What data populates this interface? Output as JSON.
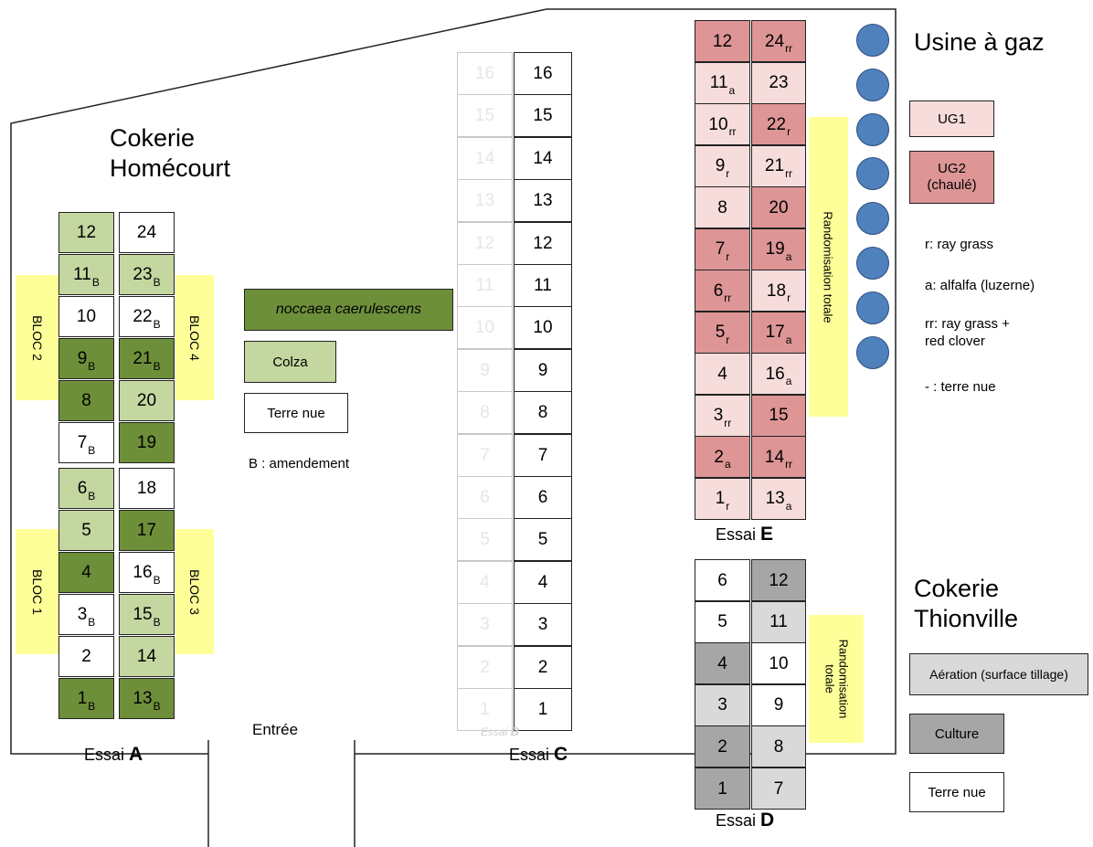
{
  "homecourt": {
    "title_line1": "Cokerie",
    "title_line2": "Homécourt"
  },
  "thionville": {
    "title_line1": "Cokerie",
    "title_line2": "Thionville"
  },
  "usine": {
    "title": "Usine à gaz"
  },
  "entree": "Entrée",
  "blocs": {
    "bloc1": "BLOC 1",
    "bloc2": "BLOC 2",
    "bloc3": "BLOC 3",
    "bloc4": "BLOC 4"
  },
  "legend_a": {
    "noccaea": "noccaea caerulescens",
    "colza": "Colza",
    "terre_nue": "Terre nue",
    "amendement": "B : amendement"
  },
  "legend_e": {
    "ug1": "UG1",
    "ug2_line1": "UG2",
    "ug2_line2": "(chaulé)",
    "r": "r: ray grass",
    "a": "a: alfalfa (luzerne)",
    "rr_line1": "rr: ray grass +",
    "rr_line2": "red clover",
    "dash": "- : terre nue"
  },
  "legend_d": {
    "aeration": "Aération (surface tillage)",
    "culture": "Culture",
    "terre_nue": "Terre nue"
  },
  "randomisation": {
    "e": "Randomisation totale",
    "d_line1": "Randomisation",
    "d_line2": "totale"
  },
  "essais": {
    "a": {
      "prefix": "Essai ",
      "letter": "A"
    },
    "b": {
      "prefix": "Essai ",
      "letter": "B"
    },
    "c": {
      "prefix": "Essai ",
      "letter": "C"
    },
    "d": {
      "prefix": "Essai ",
      "letter": "D"
    },
    "e": {
      "prefix": "Essai ",
      "letter": "E"
    }
  },
  "colors": {
    "noccaea": "#6e8f3a",
    "colza": "#c4d7a0",
    "ug1": "#f7dcdc",
    "ug2": "#dd9595",
    "aeration": "#d9d9d9",
    "culture": "#a6a6a6",
    "marker": "#4f81bd",
    "bloc": "#ffff99"
  },
  "essai_a": {
    "left": [
      {
        "n": "12",
        "s": "",
        "c": "light"
      },
      {
        "n": "11",
        "s": "B",
        "c": "light"
      },
      {
        "n": "10",
        "s": "",
        "c": "white"
      },
      {
        "n": "9",
        "s": "B",
        "c": "dark"
      },
      {
        "n": "8",
        "s": "",
        "c": "dark"
      },
      {
        "n": "7",
        "s": "B",
        "c": "white"
      },
      {
        "n": "6",
        "s": "B",
        "c": "light"
      },
      {
        "n": "5",
        "s": "",
        "c": "light"
      },
      {
        "n": "4",
        "s": "",
        "c": "dark"
      },
      {
        "n": "3",
        "s": "B",
        "c": "white"
      },
      {
        "n": "2",
        "s": "",
        "c": "white"
      },
      {
        "n": "1",
        "s": "B",
        "c": "dark"
      }
    ],
    "right": [
      {
        "n": "24",
        "s": "",
        "c": "white"
      },
      {
        "n": "23",
        "s": "B",
        "c": "light"
      },
      {
        "n": "22",
        "s": "B",
        "c": "white"
      },
      {
        "n": "21",
        "s": "B",
        "c": "dark"
      },
      {
        "n": "20",
        "s": "",
        "c": "light"
      },
      {
        "n": "19",
        "s": "",
        "c": "dark"
      },
      {
        "n": "18",
        "s": "",
        "c": "white"
      },
      {
        "n": "17",
        "s": "",
        "c": "dark"
      },
      {
        "n": "16",
        "s": "B",
        "c": "white"
      },
      {
        "n": "15",
        "s": "B",
        "c": "light"
      },
      {
        "n": "14",
        "s": "",
        "c": "light"
      },
      {
        "n": "13",
        "s": "B",
        "c": "dark"
      }
    ]
  },
  "essai_b": [
    "16",
    "15",
    "14",
    "13",
    "12",
    "11",
    "10",
    "9",
    "8",
    "7",
    "6",
    "5",
    "4",
    "3",
    "2",
    "1"
  ],
  "essai_c": [
    "16",
    "15",
    "14",
    "13",
    "12",
    "11",
    "10",
    "9",
    "8",
    "7",
    "6",
    "5",
    "4",
    "3",
    "2",
    "1"
  ],
  "essai_e": {
    "left": [
      {
        "n": "12",
        "s": "",
        "c": "rose"
      },
      {
        "n": "11",
        "s": "a",
        "c": "pink"
      },
      {
        "n": "10",
        "s": "rr",
        "c": "pink"
      },
      {
        "n": "9",
        "s": "r",
        "c": "pink"
      },
      {
        "n": "8",
        "s": "",
        "c": "pink"
      },
      {
        "n": "7",
        "s": "r",
        "c": "rose"
      },
      {
        "n": "6",
        "s": "rr",
        "c": "rose"
      },
      {
        "n": "5",
        "s": "r",
        "c": "rose"
      },
      {
        "n": "4",
        "s": "",
        "c": "pink"
      },
      {
        "n": "3",
        "s": "rr",
        "c": "pink"
      },
      {
        "n": "2",
        "s": "a",
        "c": "rose"
      },
      {
        "n": "1",
        "s": "r",
        "c": "pink"
      }
    ],
    "right": [
      {
        "n": "24",
        "s": "rr",
        "c": "rose"
      },
      {
        "n": "23",
        "s": "",
        "c": "pink"
      },
      {
        "n": "22",
        "s": "r",
        "c": "rose"
      },
      {
        "n": "21",
        "s": "rr",
        "c": "pink"
      },
      {
        "n": "20",
        "s": "",
        "c": "rose"
      },
      {
        "n": "19",
        "s": "a",
        "c": "rose"
      },
      {
        "n": "18",
        "s": "r",
        "c": "pink"
      },
      {
        "n": "17",
        "s": "a",
        "c": "rose"
      },
      {
        "n": "16",
        "s": "a",
        "c": "pink"
      },
      {
        "n": "15",
        "s": "",
        "c": "rose"
      },
      {
        "n": "14",
        "s": "rr",
        "c": "rose"
      },
      {
        "n": "13",
        "s": "a",
        "c": "pink"
      }
    ]
  },
  "essai_d": {
    "left": [
      {
        "n": "6",
        "c": "white"
      },
      {
        "n": "5",
        "c": "white"
      },
      {
        "n": "4",
        "c": "g2"
      },
      {
        "n": "3",
        "c": "g1"
      },
      {
        "n": "2",
        "c": "g2"
      },
      {
        "n": "1",
        "c": "g2"
      }
    ],
    "right": [
      {
        "n": "12",
        "c": "g2"
      },
      {
        "n": "11",
        "c": "g1"
      },
      {
        "n": "10",
        "c": "white"
      },
      {
        "n": "9",
        "c": "white"
      },
      {
        "n": "8",
        "c": "g1"
      },
      {
        "n": "7",
        "c": "g1"
      }
    ]
  }
}
